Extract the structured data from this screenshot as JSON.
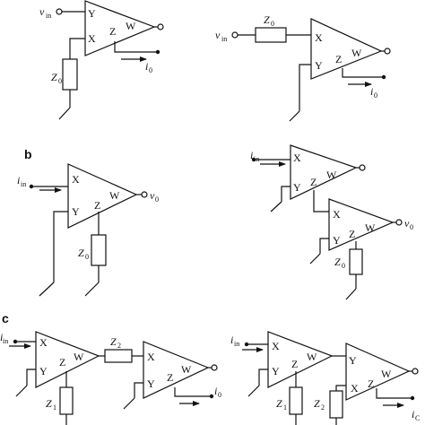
{
  "sections": {
    "b": "b",
    "c": "c"
  },
  "pins": {
    "x": "X",
    "y": "Y",
    "z": "Z",
    "w": "W"
  },
  "labels": {
    "v": "v",
    "i": "i",
    "in": "in",
    "zero": "0",
    "c": "C",
    "z": "Z",
    "one": "1",
    "two": "2"
  }
}
